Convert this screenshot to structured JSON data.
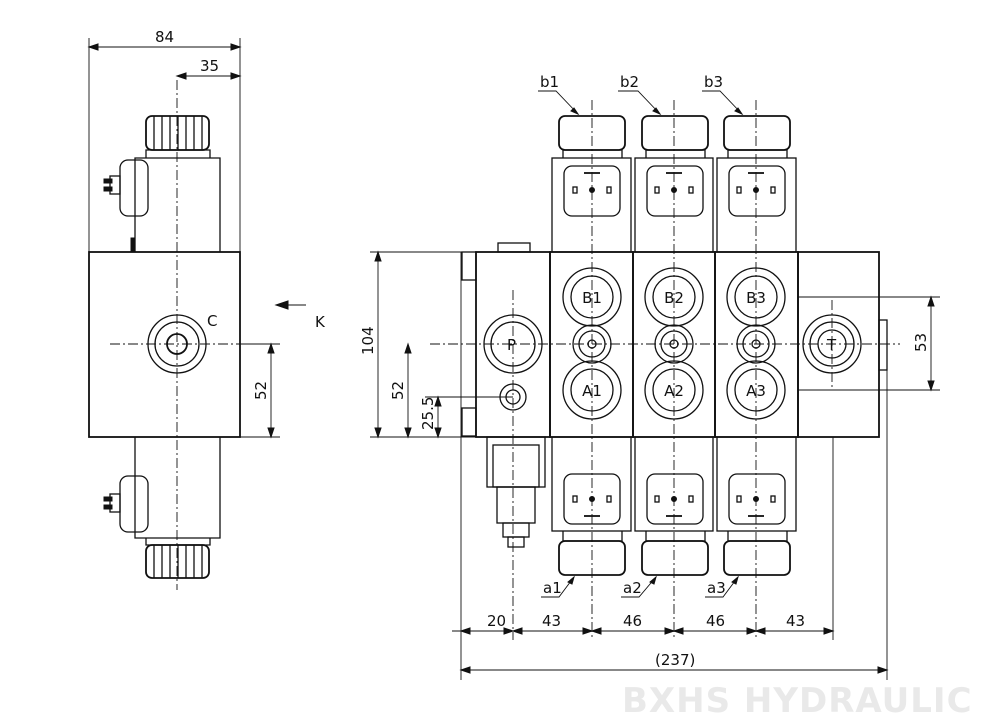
{
  "dimensions": {
    "side_width": "84",
    "side_offset": "35",
    "side_height": "52",
    "front_height_total": "104",
    "front_height_p": "52",
    "front_height_small": "25.5",
    "front_right_height": "53",
    "bottom_segments": [
      "20",
      "43",
      "46",
      "46",
      "43"
    ],
    "overall_length": "(237)"
  },
  "labels": {
    "side_port": "C",
    "view_arrow": "K",
    "pressure_port": "P",
    "tank_port": "T"
  },
  "sections": [
    {
      "port_b": "B1",
      "port_a": "A1",
      "sol_b": "b1",
      "sol_a": "a1"
    },
    {
      "port_b": "B2",
      "port_a": "A2",
      "sol_b": "b2",
      "sol_a": "a2"
    },
    {
      "port_b": "B3",
      "port_a": "A3",
      "sol_b": "b3",
      "sol_a": "a3"
    }
  ],
  "watermark": "BXHS HYDRAULIC",
  "colors": {
    "line": "#111111",
    "background": "#ffffff",
    "watermark": "#e9e9e9"
  }
}
